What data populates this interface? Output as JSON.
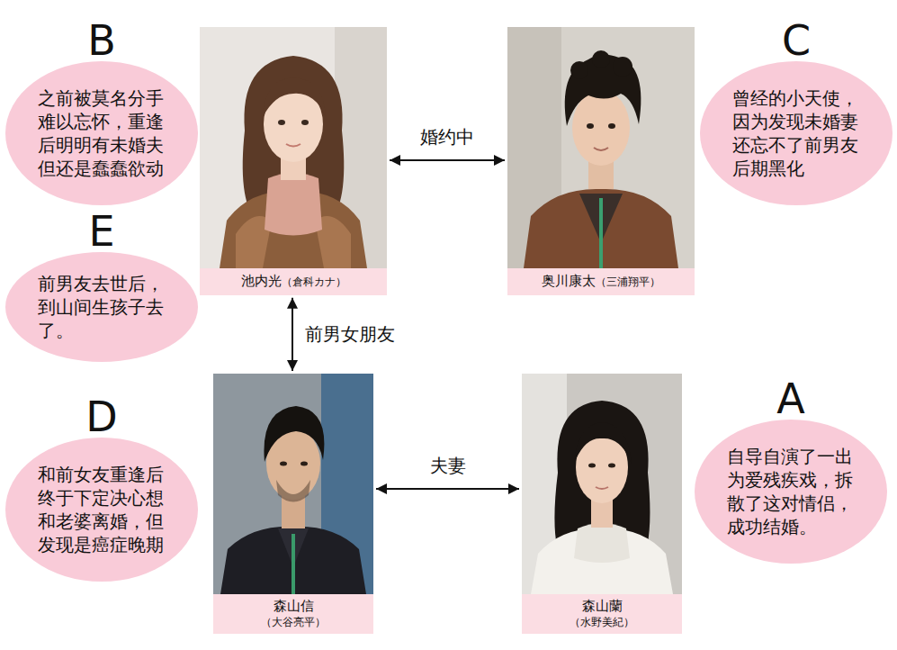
{
  "diagram": {
    "nodes": [
      {
        "text": [
          "B",
          "之前被莫名分手难以忘怀，重逢后明明有未婚夫但还是蠢蠢欲动"
        ]
      },
      {
        "text": [
          "池内光",
          "（倉科カナ）"
        ]
      },
      {
        "text": [
          "奥川康太",
          "（三浦翔平）"
        ]
      },
      {
        "text": [
          "C",
          "曾经的小天使，因为发现未婚妻还忘不了前男友后期黑化"
        ]
      },
      {
        "text": [
          "E",
          "前男友去世后，到山间生孩子去了。"
        ]
      },
      {
        "text": [
          "D",
          "和前女友重逢后终于下定决心想和老婆离婚，但发现是癌症晚期"
        ]
      },
      {
        "text": [
          "森山信",
          "（大谷亮平）"
        ]
      },
      {
        "text": [
          "森山蘭",
          "（水野美紀）"
        ]
      },
      {
        "text": [
          "A",
          "自导自演了一出为爱残疾戏，拆散了这对情侣，成功结婚。"
        ]
      }
    ],
    "edges": [
      {
        "from": 1,
        "to": 2,
        "label": "婚约中",
        "arrow": "both"
      },
      {
        "from": 1,
        "to": 6,
        "label": "前男女朋友",
        "arrow": "both"
      },
      {
        "from": 6,
        "to": 7,
        "label": "夫妻",
        "arrow": "both"
      }
    ]
  }
}
